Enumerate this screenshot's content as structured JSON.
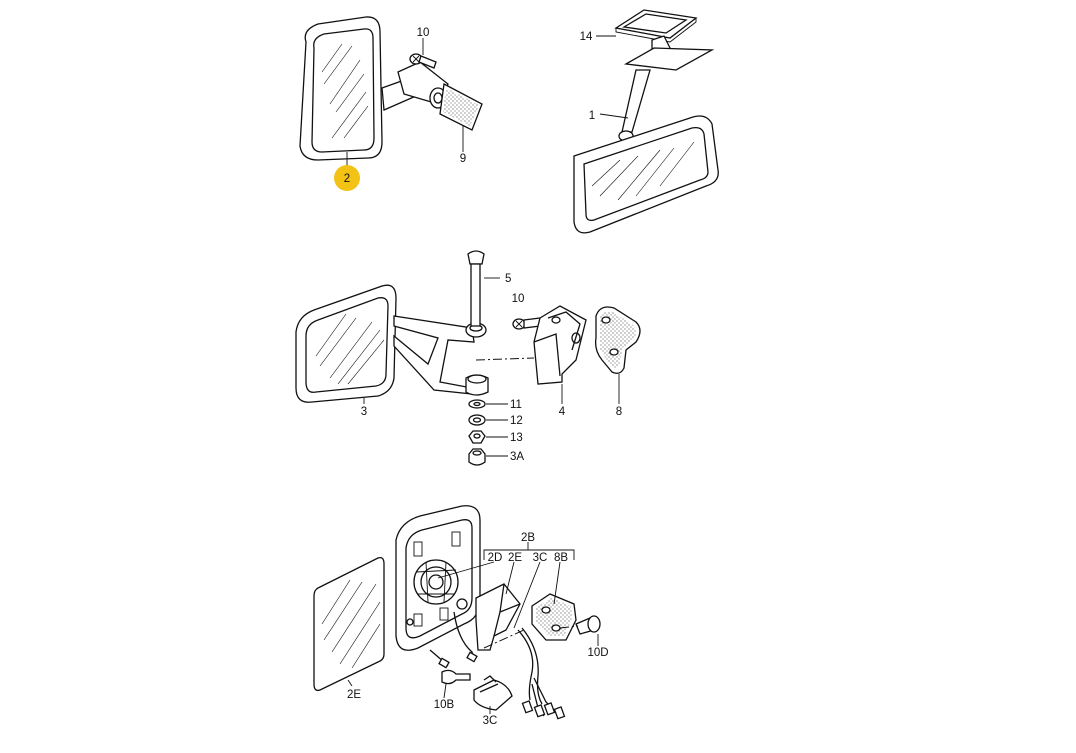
{
  "labels": {
    "p10a": "10",
    "p2": "2",
    "p9": "9",
    "p14": "14",
    "p1": "1",
    "p5": "5",
    "p10b": "10",
    "p3": "3",
    "p4": "4",
    "p8": "8",
    "p11": "11",
    "p12": "12",
    "p13": "13",
    "p3A": "3A",
    "p2B": "2B",
    "p2D": "2D",
    "p2E_top": "2E",
    "p3C_top": "3C",
    "p8B": "8B",
    "p10D": "10D",
    "p2E": "2E",
    "p10B": "10B",
    "p3C": "3C"
  },
  "colors": {
    "highlight": "#f2c314",
    "ink": "#111111",
    "background": "#ffffff"
  }
}
